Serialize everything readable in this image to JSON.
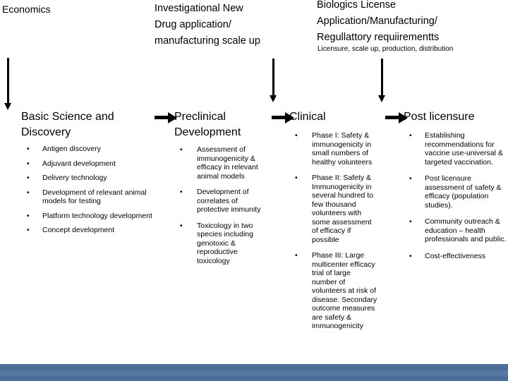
{
  "annotations": {
    "economics": "Economics",
    "ind": "Investigational New\nDrug application/\nmanufacturing scale up",
    "ind_lines": [
      "Investigational New",
      "Drug application/",
      "manufacturing scale up"
    ],
    "bla_lines": [
      "Biologics License",
      "Application/Manufacturing/",
      "Regullattory requiirementts"
    ],
    "bla_subtitle": "Licensure, scale up, production, distribution"
  },
  "stages": [
    {
      "id": "basic-science-and-discovery",
      "title": "Basic Science and Discovery",
      "bullet_char": "•",
      "items": [
        "Antigen discovery",
        "Adjuvant development",
        "Delivery technology",
        "Development of relevant animal models for testing",
        "Platform technology development",
        "Concept development"
      ]
    },
    {
      "id": "preclinical-development",
      "title": "Preclinical Development",
      "bullet_char": "•",
      "items": [
        "Assessment of immunogenicity & efficacy in relevant animal models",
        "Development of correlates of protective immunity",
        "Toxicology in two species including genotoxic & reproductive toxicology"
      ]
    },
    {
      "id": "clinical",
      "title": "Clinical",
      "bullet_char": "•",
      "items": [
        "Phase I: Safety & immunogenicity in small numbers of healthy volunteers",
        "Phase II: Safety & Immunogenicity in several hundred to few thousand volunteers with some assessment of efficacy if possible",
        "Phase III: Large multicenter efficacy trial of large number of volunteers at risk of disease. Secondary outcome measures are safety & immunogenicity"
      ]
    },
    {
      "id": "post-licensure",
      "title": "Post licensure",
      "bullet_char": "•",
      "items": [
        "Establishing recommendations for vaccine use-universal & targeted vaccination.",
        "Post licensure assessment of safety & efficacy (population studies).",
        "Community outreach & education – health professionals and public.",
        "Cost-effectiveness"
      ]
    }
  ],
  "flow": {
    "vertical_arrows": 3,
    "horizontal_arrows": 3
  },
  "colors": {
    "background": "#ffffff",
    "text": "#000000",
    "arrow": "#000000",
    "bottom_band": "#4a6d99"
  }
}
